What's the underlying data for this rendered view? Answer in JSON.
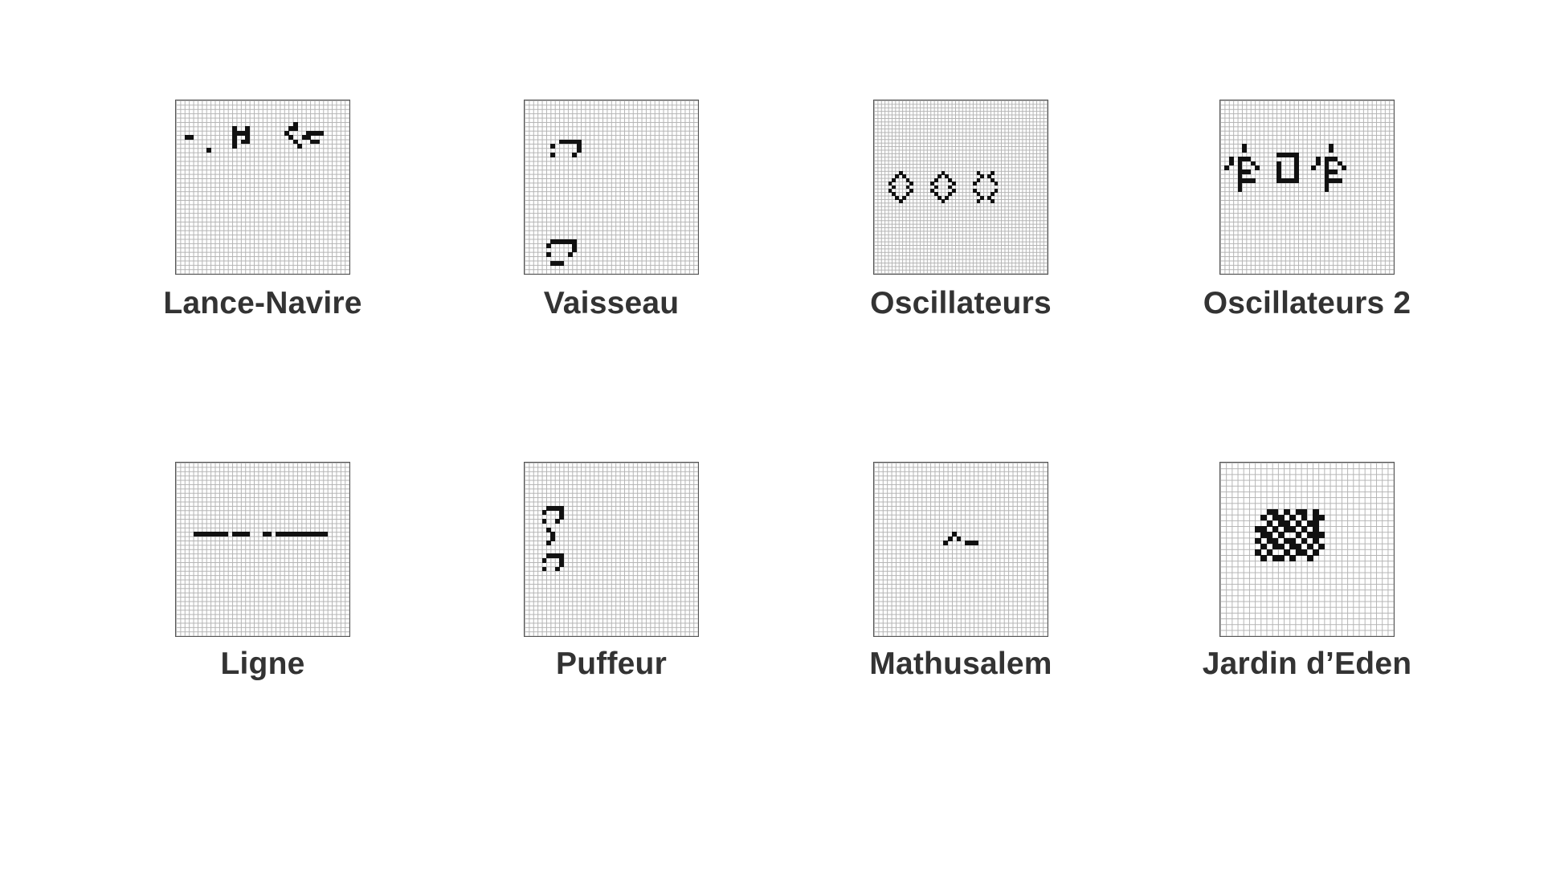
{
  "colors": {
    "background": "#ffffff",
    "grid_line": "#b4b4b4",
    "border": "#555555",
    "cell_alive": "#111111",
    "label": "#333333"
  },
  "patterns": [
    {
      "label": "Lance-Navire",
      "cells": [
        [
          2,
          8
        ],
        [
          3,
          8
        ],
        [
          7,
          11
        ],
        [
          13,
          6
        ],
        [
          13,
          7
        ],
        [
          13,
          8
        ],
        [
          13,
          9
        ],
        [
          13,
          10
        ],
        [
          14,
          7
        ],
        [
          15,
          7
        ],
        [
          15,
          9
        ],
        [
          16,
          6
        ],
        [
          16,
          7
        ],
        [
          16,
          8
        ],
        [
          16,
          9
        ],
        [
          27,
          5
        ],
        [
          27,
          6
        ],
        [
          26,
          6
        ],
        [
          25,
          7
        ],
        [
          26,
          8
        ],
        [
          27,
          9
        ],
        [
          28,
          10
        ],
        [
          29,
          8
        ],
        [
          30,
          7
        ],
        [
          31,
          7
        ],
        [
          32,
          7
        ],
        [
          33,
          7
        ],
        [
          30,
          8
        ],
        [
          31,
          9
        ],
        [
          32,
          9
        ]
      ]
    },
    {
      "label": "Vaisseau",
      "cells": [
        [
          8,
          9
        ],
        [
          9,
          9
        ],
        [
          10,
          9
        ],
        [
          11,
          9
        ],
        [
          12,
          9
        ],
        [
          6,
          10
        ],
        [
          12,
          10
        ],
        [
          12,
          11
        ],
        [
          6,
          12
        ],
        [
          11,
          12
        ],
        [
          5,
          33
        ],
        [
          6,
          32
        ],
        [
          7,
          32
        ],
        [
          8,
          32
        ],
        [
          9,
          32
        ],
        [
          10,
          32
        ],
        [
          11,
          32
        ],
        [
          11,
          33
        ],
        [
          11,
          34
        ],
        [
          5,
          35
        ],
        [
          10,
          35
        ],
        [
          6,
          37
        ],
        [
          7,
          37
        ],
        [
          8,
          37
        ]
      ]
    },
    {
      "label": "Oscillateurs",
      "cells": [
        [
          7,
          20
        ],
        [
          6,
          21
        ],
        [
          8,
          21
        ],
        [
          5,
          22
        ],
        [
          9,
          22
        ],
        [
          4,
          23
        ],
        [
          10,
          23
        ],
        [
          5,
          24
        ],
        [
          9,
          24
        ],
        [
          4,
          25
        ],
        [
          10,
          25
        ],
        [
          5,
          26
        ],
        [
          9,
          26
        ],
        [
          6,
          27
        ],
        [
          8,
          27
        ],
        [
          7,
          28
        ],
        [
          19,
          20
        ],
        [
          18,
          21
        ],
        [
          20,
          21
        ],
        [
          17,
          22
        ],
        [
          21,
          22
        ],
        [
          16,
          23
        ],
        [
          22,
          23
        ],
        [
          17,
          24
        ],
        [
          21,
          24
        ],
        [
          16,
          25
        ],
        [
          22,
          25
        ],
        [
          17,
          26
        ],
        [
          21,
          26
        ],
        [
          18,
          27
        ],
        [
          20,
          27
        ],
        [
          19,
          28
        ],
        [
          29,
          20
        ],
        [
          33,
          20
        ],
        [
          30,
          21
        ],
        [
          32,
          21
        ],
        [
          29,
          22
        ],
        [
          33,
          22
        ],
        [
          28,
          23
        ],
        [
          34,
          23
        ],
        [
          28,
          25
        ],
        [
          34,
          25
        ],
        [
          29,
          26
        ],
        [
          33,
          26
        ],
        [
          30,
          27
        ],
        [
          32,
          27
        ],
        [
          29,
          28
        ],
        [
          33,
          28
        ]
      ]
    },
    {
      "label": "Oscillateurs 2",
      "cells": [
        [
          5,
          10
        ],
        [
          5,
          11
        ],
        [
          2,
          13
        ],
        [
          4,
          13
        ],
        [
          5,
          13
        ],
        [
          6,
          13
        ],
        [
          2,
          14
        ],
        [
          4,
          14
        ],
        [
          7,
          14
        ],
        [
          1,
          15
        ],
        [
          4,
          15
        ],
        [
          8,
          15
        ],
        [
          4,
          16
        ],
        [
          5,
          16
        ],
        [
          6,
          16
        ],
        [
          4,
          17
        ],
        [
          4,
          18
        ],
        [
          5,
          18
        ],
        [
          6,
          18
        ],
        [
          7,
          18
        ],
        [
          4,
          19
        ],
        [
          4,
          20
        ],
        [
          13,
          12
        ],
        [
          14,
          12
        ],
        [
          15,
          12
        ],
        [
          16,
          12
        ],
        [
          17,
          12
        ],
        [
          17,
          13
        ],
        [
          17,
          14
        ],
        [
          13,
          14
        ],
        [
          13,
          15
        ],
        [
          13,
          16
        ],
        [
          13,
          17
        ],
        [
          17,
          16
        ],
        [
          17,
          17
        ],
        [
          13,
          18
        ],
        [
          14,
          18
        ],
        [
          15,
          18
        ],
        [
          16,
          18
        ],
        [
          17,
          18
        ],
        [
          17,
          15
        ],
        [
          25,
          10
        ],
        [
          25,
          11
        ],
        [
          22,
          13
        ],
        [
          24,
          13
        ],
        [
          25,
          13
        ],
        [
          26,
          13
        ],
        [
          22,
          14
        ],
        [
          24,
          14
        ],
        [
          27,
          14
        ],
        [
          21,
          15
        ],
        [
          24,
          15
        ],
        [
          28,
          15
        ],
        [
          24,
          16
        ],
        [
          25,
          16
        ],
        [
          26,
          16
        ],
        [
          24,
          17
        ],
        [
          24,
          18
        ],
        [
          25,
          18
        ],
        [
          26,
          18
        ],
        [
          27,
          18
        ],
        [
          24,
          19
        ],
        [
          24,
          20
        ]
      ]
    },
    {
      "label": "Ligne",
      "cells": [
        [
          4,
          16
        ],
        [
          5,
          16
        ],
        [
          6,
          16
        ],
        [
          7,
          16
        ],
        [
          8,
          16
        ],
        [
          9,
          16
        ],
        [
          10,
          16
        ],
        [
          11,
          16
        ],
        [
          13,
          16
        ],
        [
          14,
          16
        ],
        [
          15,
          16
        ],
        [
          16,
          16
        ],
        [
          20,
          16
        ],
        [
          21,
          16
        ],
        [
          23,
          16
        ],
        [
          24,
          16
        ],
        [
          25,
          16
        ],
        [
          26,
          16
        ],
        [
          27,
          16
        ],
        [
          28,
          16
        ],
        [
          29,
          16
        ],
        [
          30,
          16
        ],
        [
          31,
          16
        ],
        [
          32,
          16
        ],
        [
          33,
          16
        ],
        [
          34,
          16
        ]
      ]
    },
    {
      "label": "Puffeur",
      "cells": [
        [
          5,
          10
        ],
        [
          6,
          10
        ],
        [
          7,
          10
        ],
        [
          8,
          10
        ],
        [
          4,
          11
        ],
        [
          8,
          11
        ],
        [
          8,
          12
        ],
        [
          4,
          13
        ],
        [
          7,
          13
        ],
        [
          5,
          15
        ],
        [
          6,
          16
        ],
        [
          6,
          17
        ],
        [
          5,
          18
        ],
        [
          5,
          21
        ],
        [
          6,
          21
        ],
        [
          7,
          21
        ],
        [
          8,
          21
        ],
        [
          4,
          22
        ],
        [
          8,
          22
        ],
        [
          8,
          23
        ],
        [
          4,
          24
        ],
        [
          7,
          24
        ]
      ]
    },
    {
      "label": "Mathusalem",
      "cells": [
        [
          18,
          16
        ],
        [
          17,
          17
        ],
        [
          19,
          17
        ],
        [
          16,
          18
        ],
        [
          21,
          18
        ],
        [
          22,
          18
        ],
        [
          23,
          18
        ]
      ]
    },
    {
      "label": "Jardin d’Eden",
      "cells": [
        [
          8,
          8
        ],
        [
          9,
          8
        ],
        [
          11,
          8
        ],
        [
          13,
          8
        ],
        [
          14,
          8
        ],
        [
          16,
          8
        ],
        [
          7,
          9
        ],
        [
          9,
          9
        ],
        [
          10,
          9
        ],
        [
          12,
          9
        ],
        [
          14,
          9
        ],
        [
          16,
          9
        ],
        [
          17,
          9
        ],
        [
          8,
          10
        ],
        [
          10,
          10
        ],
        [
          11,
          10
        ],
        [
          13,
          10
        ],
        [
          15,
          10
        ],
        [
          16,
          10
        ],
        [
          6,
          11
        ],
        [
          7,
          11
        ],
        [
          9,
          11
        ],
        [
          11,
          11
        ],
        [
          12,
          11
        ],
        [
          14,
          11
        ],
        [
          16,
          11
        ],
        [
          7,
          12
        ],
        [
          8,
          12
        ],
        [
          10,
          12
        ],
        [
          13,
          12
        ],
        [
          15,
          12
        ],
        [
          16,
          12
        ],
        [
          17,
          12
        ],
        [
          6,
          13
        ],
        [
          8,
          13
        ],
        [
          9,
          13
        ],
        [
          11,
          13
        ],
        [
          12,
          13
        ],
        [
          14,
          13
        ],
        [
          16,
          13
        ],
        [
          7,
          14
        ],
        [
          9,
          14
        ],
        [
          10,
          14
        ],
        [
          12,
          14
        ],
        [
          13,
          14
        ],
        [
          15,
          14
        ],
        [
          17,
          14
        ],
        [
          6,
          15
        ],
        [
          8,
          15
        ],
        [
          11,
          15
        ],
        [
          13,
          15
        ],
        [
          14,
          15
        ],
        [
          16,
          15
        ],
        [
          7,
          16
        ],
        [
          9,
          16
        ],
        [
          10,
          16
        ],
        [
          12,
          16
        ],
        [
          15,
          16
        ]
      ]
    }
  ]
}
